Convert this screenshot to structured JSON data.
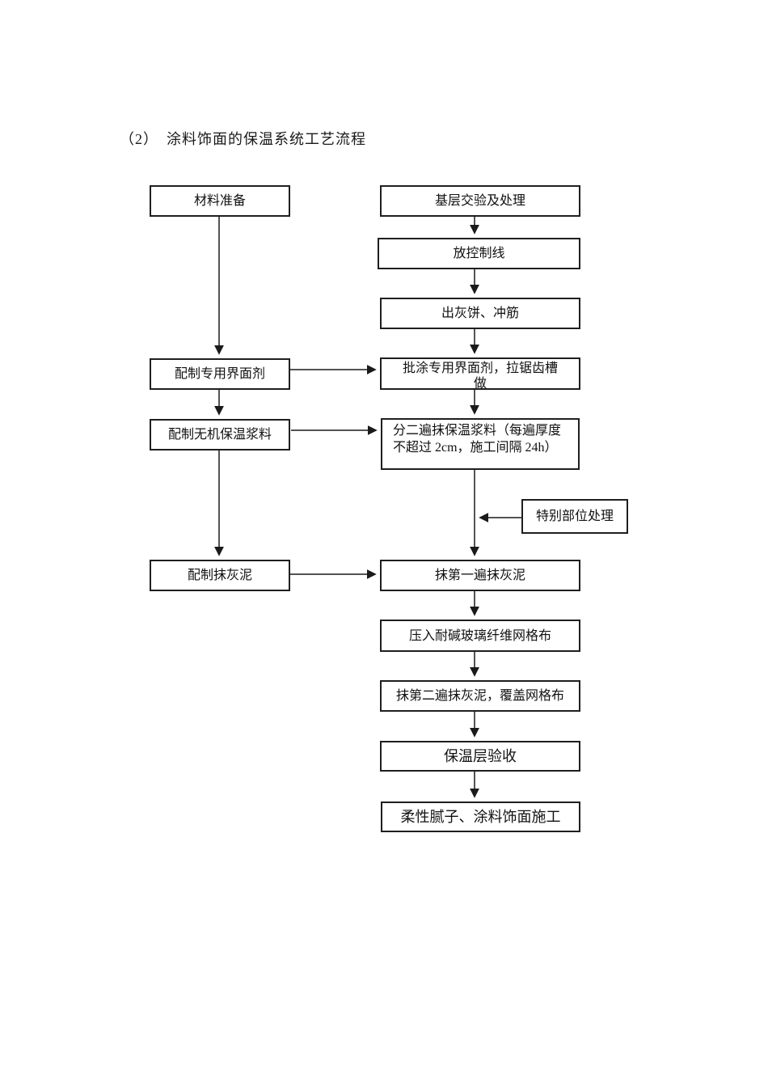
{
  "document": {
    "title": "（2）　涂料饰面的保温系统工艺流程"
  },
  "flowchart": {
    "line_color": "#1a1a1a",
    "left_column": [
      {
        "label": "材料准备"
      },
      {
        "label": "配制专用界面剂"
      },
      {
        "label": "配制无机保温浆料"
      },
      {
        "label": "配制抹灰泥"
      }
    ],
    "right_column": [
      {
        "label": "基层交验及处理"
      },
      {
        "label": "放控制线"
      },
      {
        "label": "出灰饼、冲筋"
      },
      {
        "label": "批涂专用界面剂，拉锯齿槽做",
        "lines": [
          "批涂专用界面剂，拉锯齿槽",
          "做"
        ]
      },
      {
        "label": "分二遍抹保温浆料（每遍厚度不超过 2cm，施工间隔 24h）",
        "lines": [
          "分二遍抹保温浆料（每遍厚度",
          "不超过 2cm，施工间隔 24h）"
        ]
      },
      {
        "label": "抹第一遍抹灰泥"
      },
      {
        "label": "压入耐碱玻璃纤维网格布"
      },
      {
        "label": "抹第二遍抹灰泥，覆盖网格布"
      },
      {
        "label": "保温层验收"
      },
      {
        "label": "柔性腻子、涂料饰面施工"
      }
    ],
    "side_boxes": [
      {
        "label": "特别部位处理"
      }
    ]
  }
}
